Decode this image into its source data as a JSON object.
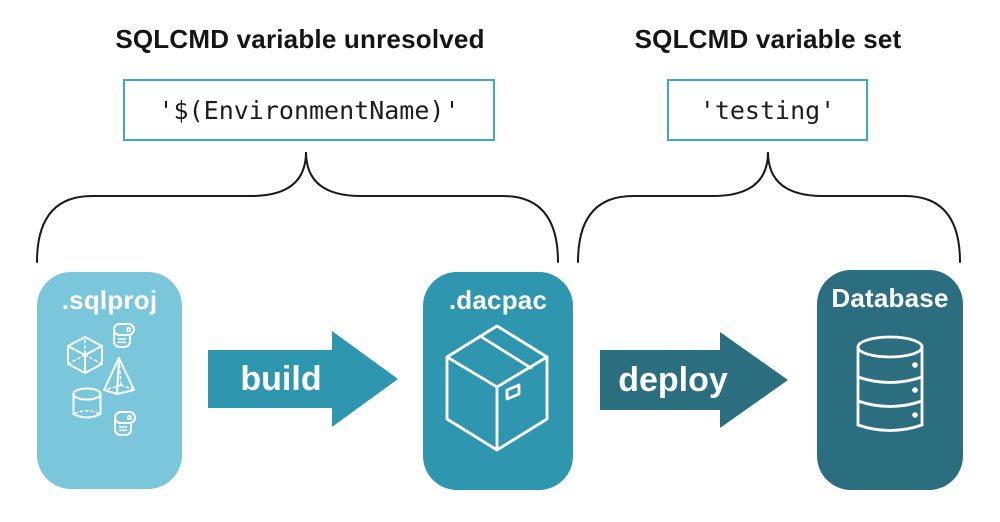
{
  "headings": {
    "left": "SQLCMD variable unresolved",
    "right": "SQLCMD variable set"
  },
  "code_values": {
    "left": "'$(EnvironmentName)'",
    "right": "'testing'"
  },
  "arrows": {
    "build": "build",
    "deploy": "deploy"
  },
  "nodes": {
    "sqlproj": {
      "title": ".sqlproj",
      "icons": [
        "cube-icon",
        "pyramid-icon",
        "cylinder-icon",
        "script-scroll-icon",
        "script-scroll-icon"
      ]
    },
    "dacpac": {
      "title": ".dacpac",
      "icons": [
        "package-box-icon"
      ]
    },
    "database": {
      "title": "Database",
      "icons": [
        "database-cylinder-icon"
      ]
    }
  },
  "colors": {
    "sqlproj_fill": "#7AC6DB",
    "dacpac_fill": "#2E96AE",
    "database_fill": "#2B6E80",
    "build_arrow": "#2E96AE",
    "deploy_arrow": "#2B6E80",
    "code_border": "#3EA9C5",
    "brace_stroke": "#1A1A1A",
    "heading_text": "#151515",
    "code_text": "#1C1C1C",
    "node_text": "#FFFFFF",
    "icon_stroke": "#FFFFFF",
    "background": "#FFFFFF"
  }
}
